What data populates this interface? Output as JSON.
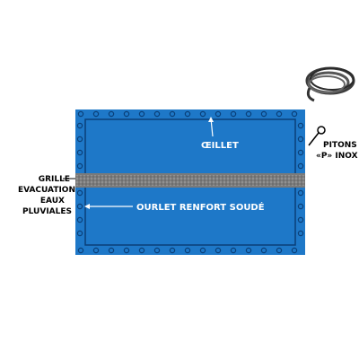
{
  "labels": {
    "oeillet": "ŒILLET",
    "pitons_line1": "PITONS",
    "pitons_line2": "«P» INOX",
    "grille_line1": "GRILLE",
    "grille_line2": "EVACUATION",
    "grille_line3": "EAUX",
    "grille_line4": "PLUVIALES",
    "ourlet": "OURLET RENFORT SOUDÉ"
  },
  "colors": {
    "cover_blue": "#1e78c8",
    "hem_stroke": "#0a3f78",
    "grille_gray": "#7a7a7a",
    "label_white": "#ffffff",
    "label_black": "#000000"
  },
  "icons": [
    "grommet-icon",
    "hook-icon",
    "rope-coil-icon"
  ]
}
